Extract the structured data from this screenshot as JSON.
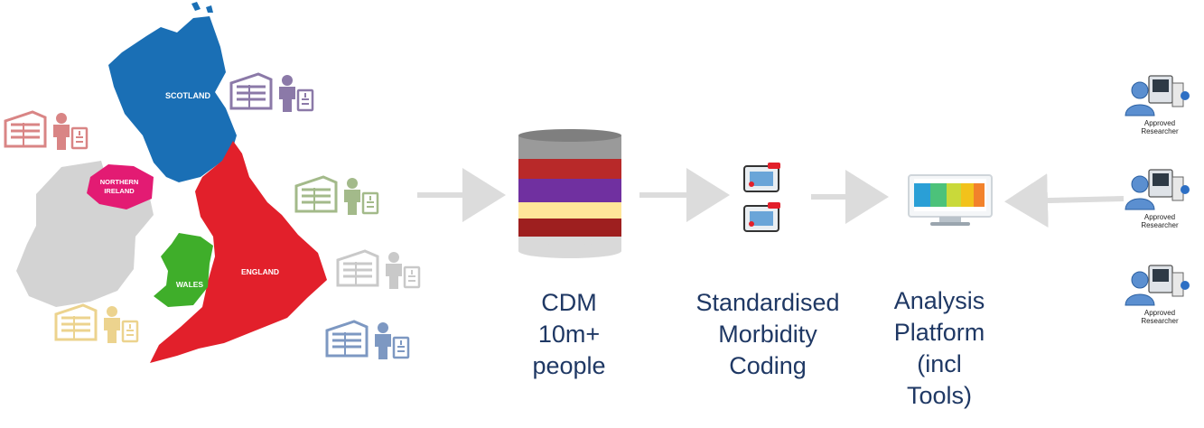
{
  "map": {
    "regions": {
      "scotland": "SCOTLAND",
      "northern_ireland_line1": "NORTHERN",
      "northern_ireland_line2": "IRELAND",
      "wales": "WALES",
      "england": "ENGLAND"
    },
    "colors": {
      "scotland": "#1a6fb5",
      "northern_ireland": "#e31b73",
      "wales": "#3fae2a",
      "england": "#e2202b",
      "ireland": "#d3d3d3"
    }
  },
  "practice_icons": [
    {
      "color": "#d98585",
      "icon": "gp-practice-icon"
    },
    {
      "color": "#8b79a8",
      "icon": "gp-practice-icon"
    },
    {
      "color": "#a3ba8a",
      "icon": "gp-practice-icon"
    },
    {
      "color": "#c9c9c9",
      "icon": "gp-practice-icon"
    },
    {
      "color": "#ecd38e",
      "icon": "gp-practice-icon"
    },
    {
      "color": "#7d98c2",
      "icon": "gp-practice-icon"
    }
  ],
  "database": {
    "icon": "database-cylinder-icon",
    "band_colors": [
      "#b82929",
      "#7030a0",
      "#ffe699",
      "#9e1f1f",
      "#d9d9d9"
    ],
    "caption": [
      "CDM",
      "10m+",
      "people"
    ]
  },
  "coding": {
    "icon": "medical-record-icon",
    "caption": [
      "Standardised",
      "Morbidity",
      "Coding"
    ]
  },
  "platform": {
    "icon": "monitor-icon",
    "caption": [
      "Analysis",
      "Platform",
      "(incl",
      "Tools)"
    ]
  },
  "researchers": [
    {
      "label_line1": "Approved",
      "label_line2": "Researcher"
    },
    {
      "label_line1": "Approved",
      "label_line2": "Researcher"
    },
    {
      "label_line1": "Approved",
      "label_line2": "Researcher"
    }
  ]
}
